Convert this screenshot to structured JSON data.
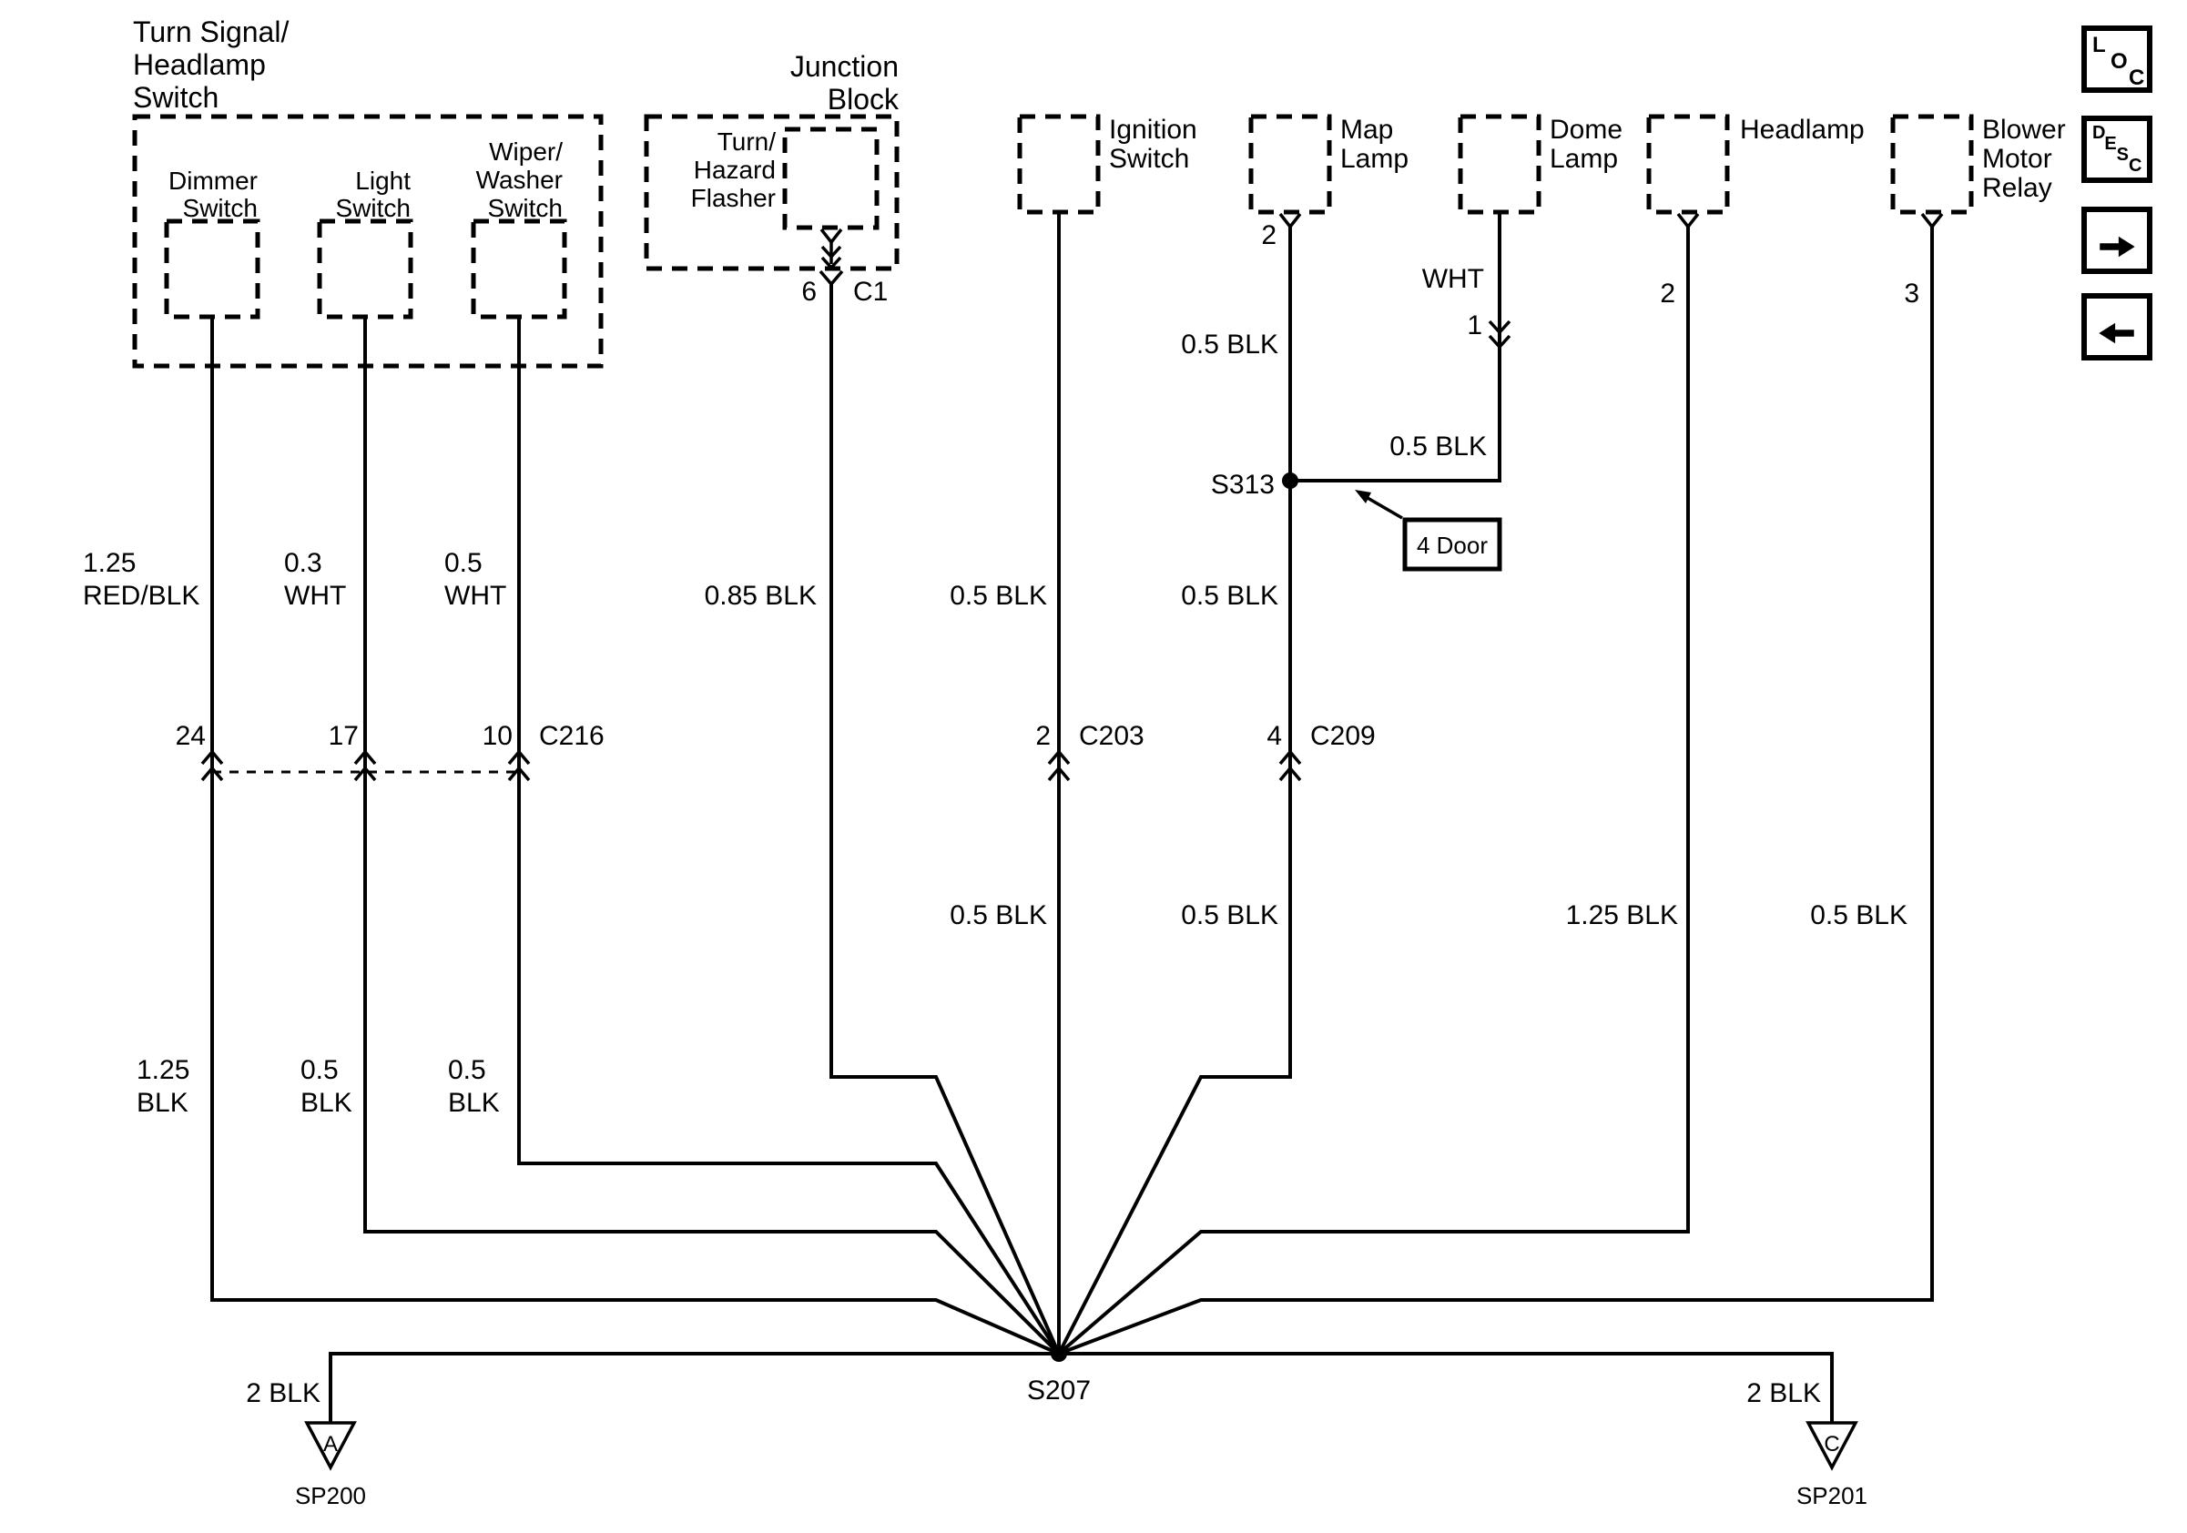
{
  "diagram": {
    "components": {
      "turn_signal_switch": {
        "title": [
          "Turn Signal/",
          "Headlamp",
          "Switch"
        ]
      },
      "dimmer_switch": {
        "label": [
          "Dimmer",
          "Switch"
        ]
      },
      "light_switch": {
        "label": [
          "Light",
          "Switch"
        ]
      },
      "wiper_washer_switch": {
        "label": [
          "Wiper/",
          "Washer",
          "Switch"
        ]
      },
      "junction_block": {
        "title": [
          "Junction",
          "Block"
        ]
      },
      "turn_hazard_flasher": {
        "label": [
          "Turn/",
          "Hazard",
          "Flasher"
        ]
      },
      "ignition_switch": {
        "label": [
          "Ignition",
          "Switch"
        ]
      },
      "map_lamp": {
        "label": [
          "Map",
          "Lamp"
        ]
      },
      "dome_lamp": {
        "label": [
          "Dome",
          "Lamp"
        ]
      },
      "headlamp": {
        "label": "Headlamp"
      },
      "blower_motor_relay": {
        "label": [
          "Blower",
          "Motor",
          "Relay"
        ]
      }
    },
    "pins": {
      "c1": {
        "pin": "6",
        "connector": "C1"
      },
      "c216": {
        "dimmer_pin": "24",
        "light_pin": "17",
        "wiper_pin": "10",
        "connector": "C216"
      },
      "c203": {
        "pin": "2",
        "connector": "C203"
      },
      "c209": {
        "pin": "4",
        "connector": "C209"
      },
      "map_lamp_pin": "2",
      "dome_lamp_pin": "1",
      "headlamp_pin": "2",
      "blower_relay_pin": "3"
    },
    "wire_labels": {
      "dimmer_upper": [
        "1.25",
        "RED/BLK"
      ],
      "light_upper": [
        "0.3",
        "WHT"
      ],
      "wiper_upper": [
        "0.5",
        "WHT"
      ],
      "junction_wire": "0.85 BLK",
      "ignition_mid": "0.5 BLK",
      "map_upper": "0.5 BLK",
      "map_mid": "0.5 BLK",
      "dome_color": "WHT",
      "dome_lower": "0.5 BLK",
      "ignition_lower": "0.5 BLK",
      "map_lower": "0.5 BLK",
      "headlamp_lower": "1.25 BLK",
      "blower_lower": "0.5 BLK",
      "dimmer_lower": [
        "1.25",
        "BLK"
      ],
      "light_lower": [
        "0.5",
        "BLK"
      ],
      "wiper_lower": [
        "0.5",
        "BLK"
      ]
    },
    "splices": {
      "s207": "S207",
      "s313": "S313"
    },
    "grounds": {
      "left": {
        "triangle_letter": "A",
        "id": "SP200",
        "wire": "2 BLK"
      },
      "right": {
        "triangle_letter": "C",
        "id": "SP201",
        "wire": "2 BLK"
      }
    },
    "callout": {
      "label": "4 Door"
    }
  },
  "toolbar": {
    "loc": "LOC",
    "desc": "DESC"
  },
  "colors": {
    "line": "#000000",
    "background": "#ffffff"
  }
}
